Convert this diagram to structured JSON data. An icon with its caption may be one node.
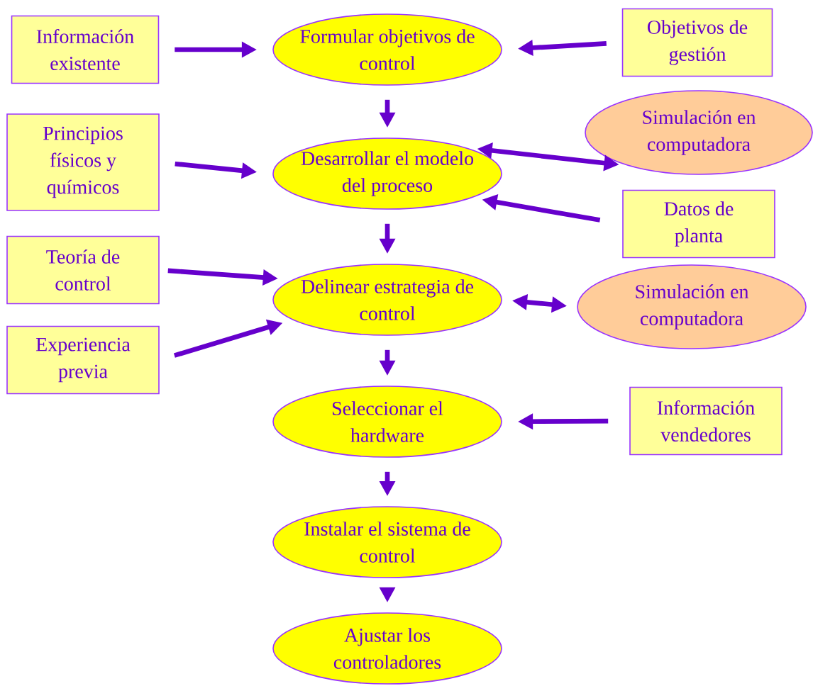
{
  "diagram": {
    "nodes": [
      {
        "text": [
          "Información existente"
        ]
      },
      {
        "text": [
          "Formular objetivos de control"
        ]
      },
      {
        "text": [
          "Objetivos de gestión"
        ]
      },
      {
        "text": [
          "Principios físicos y químicos"
        ]
      },
      {
        "text": [
          "Desarrollar el modelo del proceso"
        ]
      },
      {
        "text": [
          "Simulación en computadora"
        ]
      },
      {
        "text": [
          "Datos de planta"
        ]
      },
      {
        "text": [
          "Teoría de control"
        ]
      },
      {
        "text": [
          "Delinear estrategia de control"
        ]
      },
      {
        "text": [
          "Simulación en computadora"
        ]
      },
      {
        "text": [
          "Experiencia previa"
        ]
      },
      {
        "text": [
          "Seleccionar el hardware"
        ]
      },
      {
        "text": [
          "Información vendedores"
        ]
      },
      {
        "text": [
          "Instalar el sistema de control"
        ]
      },
      {
        "text": [
          "Ajustar los controladores"
        ]
      }
    ],
    "edges": [
      {
        "from": 0,
        "to": 1,
        "arrow": "to"
      },
      {
        "from": 2,
        "to": 1,
        "arrow": "to"
      },
      {
        "from": 1,
        "to": 4,
        "arrow": "to"
      },
      {
        "from": 3,
        "to": 4,
        "arrow": "to"
      },
      {
        "from": 4,
        "to": 5,
        "arrow": "both"
      },
      {
        "from": 6,
        "to": 4,
        "arrow": "to"
      },
      {
        "from": 4,
        "to": 8,
        "arrow": "to"
      },
      {
        "from": 7,
        "to": 8,
        "arrow": "to"
      },
      {
        "from": 10,
        "to": 8,
        "arrow": "to"
      },
      {
        "from": 8,
        "to": 9,
        "arrow": "both"
      },
      {
        "from": 8,
        "to": 11,
        "arrow": "to"
      },
      {
        "from": 12,
        "to": 11,
        "arrow": "to"
      },
      {
        "from": 11,
        "to": 13,
        "arrow": "to"
      },
      {
        "from": 13,
        "to": 14,
        "arrow": "to"
      }
    ]
  }
}
